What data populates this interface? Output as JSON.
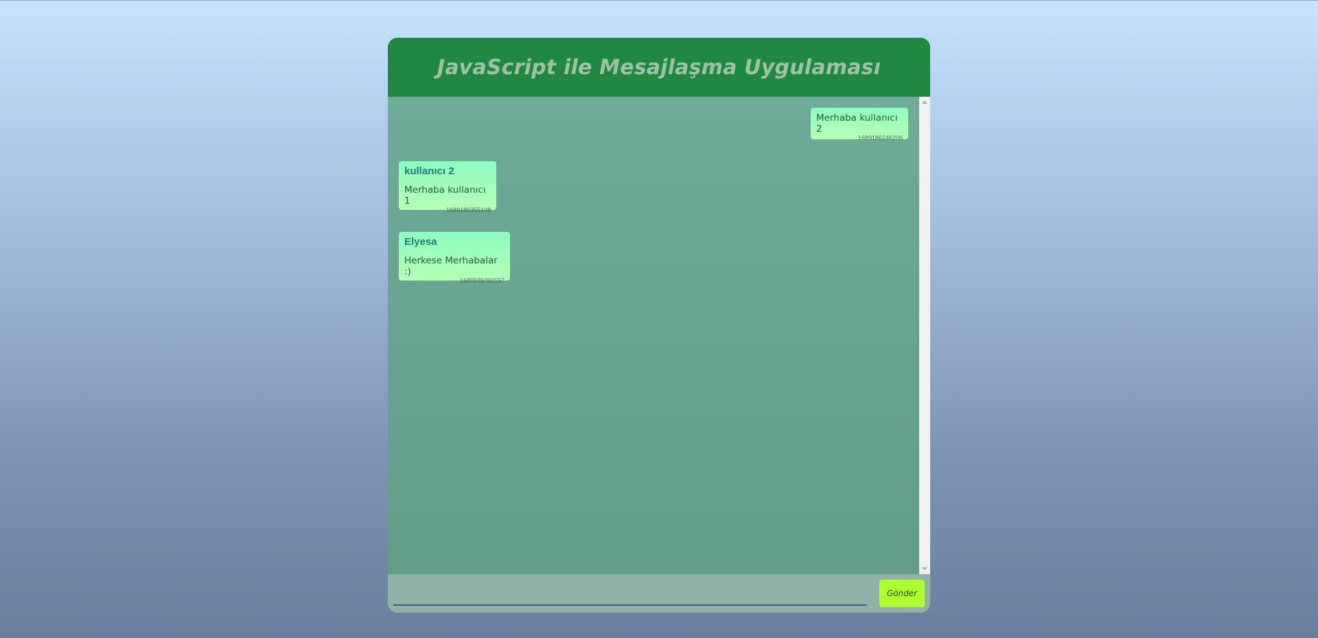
{
  "header": {
    "title": "JavaScript ile Mesajlaşma Uygulaması"
  },
  "messages": [
    {
      "sender": "",
      "text": "Merhaba kullanıcı 2",
      "timestamp": "1689186246206",
      "own": true
    },
    {
      "sender": "kullanıcı 2",
      "text": "Merhaba kullanıcı 1",
      "timestamp": "1689186355108",
      "own": false
    },
    {
      "sender": "Elyesa",
      "text": "Herkese Merhabalar :)",
      "timestamp": "1689595090157",
      "own": false
    }
  ],
  "composer": {
    "input_value": "",
    "input_placeholder": "",
    "send_label": "Gönder"
  },
  "colors": {
    "header_bg": "#208843",
    "title_color": "#9ec3a4",
    "send_button_bg": "#adff2f",
    "bubble_top": "#8dfcc0",
    "bubble_bottom": "#b7ffb7"
  }
}
